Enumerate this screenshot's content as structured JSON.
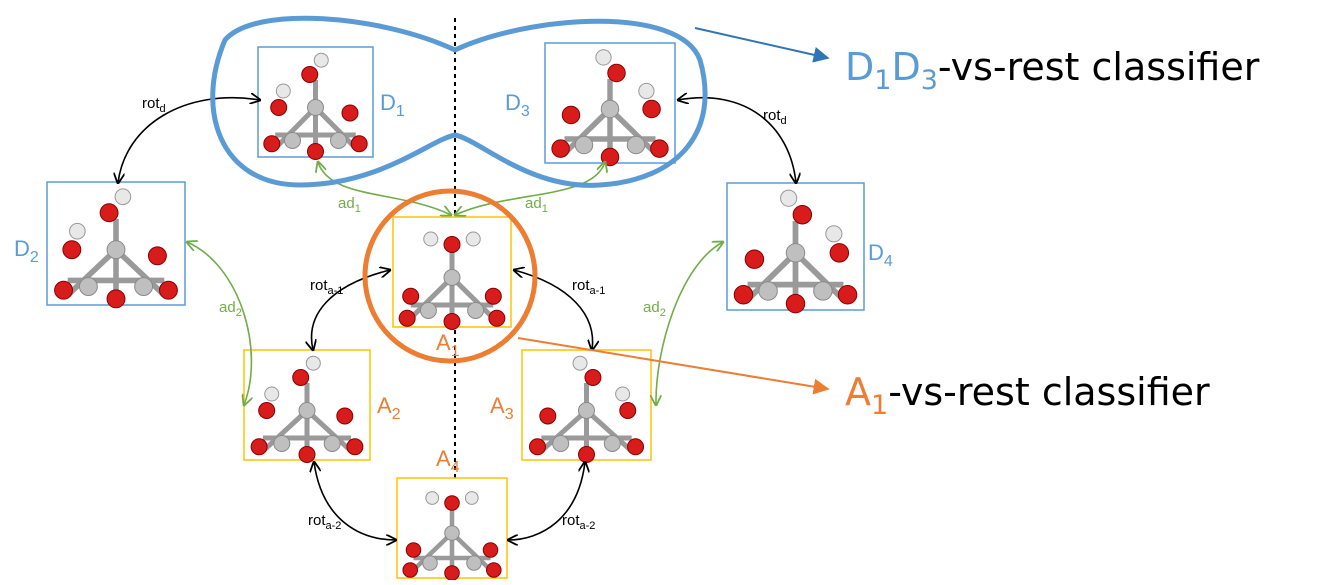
{
  "colors": {
    "blue": "#5b9bd5",
    "blue_arrow": "#2e75b6",
    "orange": "#ed7d31",
    "gold": "#ffc000",
    "green": "#70ad47",
    "black": "#000000",
    "oxygen": "#d81b1b",
    "metal": "#bfbfbf",
    "hydrogen": "#e8e8e8"
  },
  "states": {
    "D1": {
      "main": "D",
      "sub": "1"
    },
    "D2": {
      "main": "D",
      "sub": "2"
    },
    "D3": {
      "main": "D",
      "sub": "3"
    },
    "D4": {
      "main": "D",
      "sub": "4"
    },
    "A1": {
      "main": "A",
      "sub": "1"
    },
    "A2": {
      "main": "A",
      "sub": "2"
    },
    "A3": {
      "main": "A",
      "sub": "3"
    },
    "A4": {
      "main": "A",
      "sub": "4"
    }
  },
  "transitions": {
    "rot_d": {
      "main": "rot",
      "sub": "d"
    },
    "rot_a1": {
      "main": "rot",
      "sub": "a-1"
    },
    "rot_a2": {
      "main": "rot",
      "sub": "a-2"
    },
    "ad1": {
      "main": "ad",
      "sub": "1"
    },
    "ad2": {
      "main": "ad",
      "sub": "2"
    }
  },
  "classifiers": {
    "d1d3": {
      "p1": "D",
      "s1": "1",
      "p2": "D",
      "s2": "3",
      "rest": "-vs-rest classifier"
    },
    "a1": {
      "p1": "A",
      "s1": "1",
      "rest": "-vs-rest classifier"
    }
  }
}
